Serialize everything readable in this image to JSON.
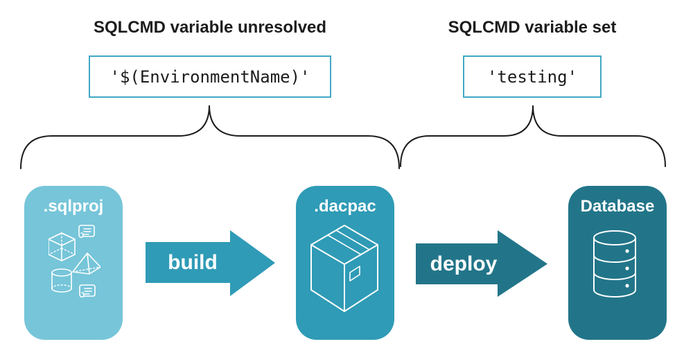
{
  "diagram": {
    "annotations": {
      "left": {
        "heading": "SQLCMD variable unresolved",
        "value": "'$(EnvironmentName)'"
      },
      "right": {
        "heading": "SQLCMD variable set",
        "value": "'testing'"
      }
    },
    "nodes": [
      {
        "id": "sqlproj",
        "title": ".sqlproj",
        "icon": "sql-project-objects-icon"
      },
      {
        "id": "dacpac",
        "title": ".dacpac",
        "icon": "package-box-icon"
      },
      {
        "id": "database",
        "title": "Database",
        "icon": "database-cylinder-icon"
      }
    ],
    "arrows": [
      {
        "id": "build",
        "label": "build"
      },
      {
        "id": "deploy",
        "label": "deploy"
      }
    ]
  },
  "colors": {
    "card_light": "#76c5d9",
    "card_teal": "#2f9bb6",
    "card_dark": "#227589",
    "box_border": "#41a8c4",
    "text": "#1c1c1c",
    "white": "#ffffff"
  }
}
